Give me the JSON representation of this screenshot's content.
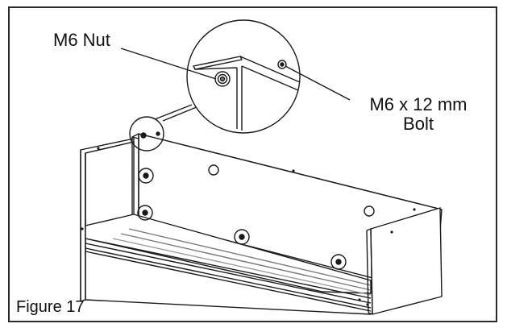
{
  "figure": {
    "caption": "Figure 17"
  },
  "callouts": {
    "nut_label": "M6 Nut",
    "bolt_label_line1": "M6 x 12 mm",
    "bolt_label_line2": "Bolt"
  },
  "colors": {
    "line": "#1a1a1a",
    "shade": "#777777"
  }
}
